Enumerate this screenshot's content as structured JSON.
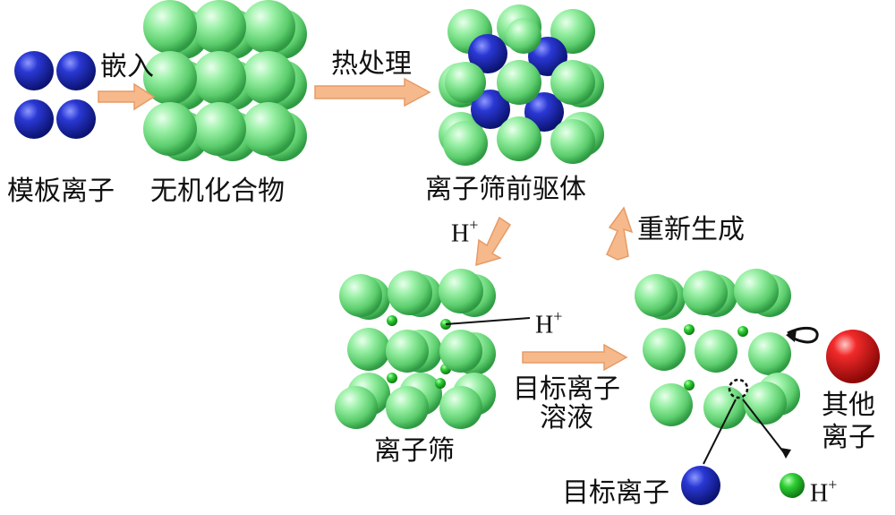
{
  "labels": {
    "template_ions": "模板离子",
    "inorganic_compound": "无机化合物",
    "precursor": "离子筛前驱体",
    "ion_sieve": "离子筛",
    "other_ions_1": "其他",
    "other_ions_2": "离子",
    "target_ion": "目标离子"
  },
  "arrows": {
    "embed": "嵌入",
    "heat_treatment": "热处理",
    "regenerate": "重新生成",
    "solution_1": "目标离子",
    "solution_2": "溶液"
  },
  "proton": {
    "symbol": "H",
    "charge": "+"
  },
  "colors": {
    "green_sphere": "#7ee38f",
    "blue_sphere": "#1f2fb5",
    "red_sphere": "#e31b1b",
    "small_green": "#23b82b",
    "arrow_fill": "#f6b98c",
    "arrow_stroke": "#e69b66"
  }
}
